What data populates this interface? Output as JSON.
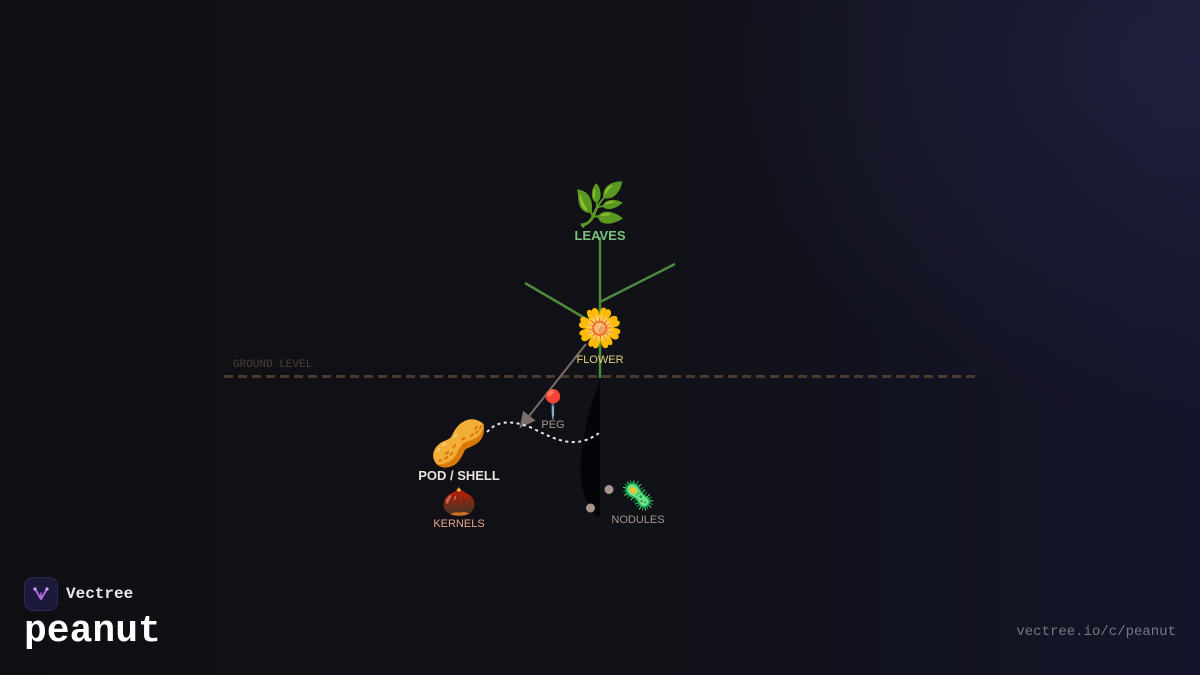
{
  "diagram": {
    "ground_label": "GROUND LEVEL",
    "nodes": {
      "leaves": {
        "icon": "leaf-icon",
        "glyph": "🌿",
        "label": "LEAVES",
        "color": "#7bc47b"
      },
      "flower": {
        "icon": "flower-icon",
        "glyph": "🌼",
        "label": "FLOWER",
        "color": "#e8d27a"
      },
      "peg": {
        "icon": "pin-icon",
        "glyph": "📍",
        "label": "PEG",
        "color": "#a8948a"
      },
      "pod": {
        "icon": "peanut-icon",
        "glyph": "🥜",
        "label": "POD / SHELL",
        "color": "#e8e2da"
      },
      "kernels": {
        "icon": "chestnut-icon",
        "glyph": "🌰",
        "label": "KERNELS",
        "color": "#e8a88a"
      },
      "nodules": {
        "icon": "microbe-icon",
        "glyph": "🦠",
        "label": "NODULES",
        "color": "#a8948a"
      }
    },
    "colors": {
      "stem": "#4e8a3e",
      "peg_line": "#9a8a82",
      "ground_line": "#4a3a30",
      "root": "#050507",
      "path_dotted": "#e8e8ee",
      "nodule_dot": "#a8948a"
    }
  },
  "brand": {
    "name": "Vectree",
    "logo_icon": "vectree-logo-icon",
    "accent": "#b06ae8"
  },
  "page": {
    "title": "peanut",
    "url": "vectree.io/c/peanut"
  }
}
